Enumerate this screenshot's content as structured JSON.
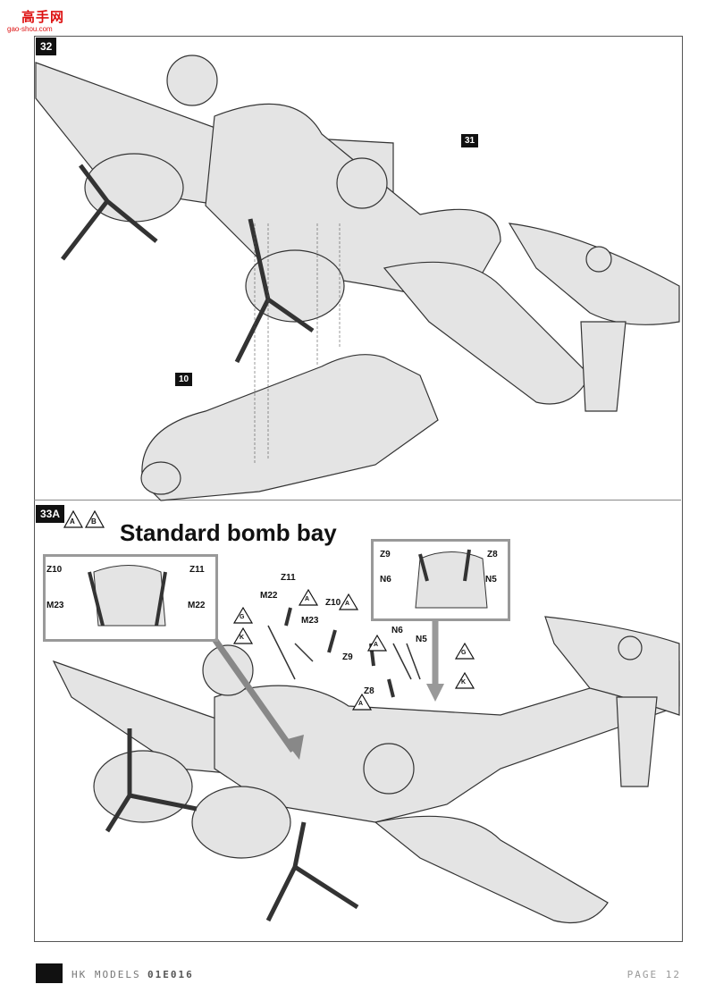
{
  "watermark": {
    "text": "高手网",
    "url": "gao-shou.com"
  },
  "steps": {
    "step_32": "32",
    "step_33a": "33A",
    "option_a": "A",
    "option_b": "B"
  },
  "part_numbers": {
    "p31": "31",
    "p10": "10"
  },
  "heading": "Standard bomb bay",
  "inset_left": {
    "z10": "Z10",
    "z11": "Z11",
    "m23": "M23",
    "m22": "M22"
  },
  "inset_right": {
    "z9": "Z9",
    "z8": "Z8",
    "n6": "N6",
    "n5": "N5"
  },
  "callouts": {
    "z11": "Z11",
    "m22": "M22",
    "m23": "M23",
    "z10": "Z10",
    "n6": "N6",
    "n5": "N5",
    "z9": "Z9",
    "z8": "Z8",
    "tri_a": "A",
    "tri_g": "G",
    "tri_k": "K"
  },
  "footer": {
    "brand": "HK MODELS",
    "code": "01E016",
    "page": "PAGE 12"
  }
}
